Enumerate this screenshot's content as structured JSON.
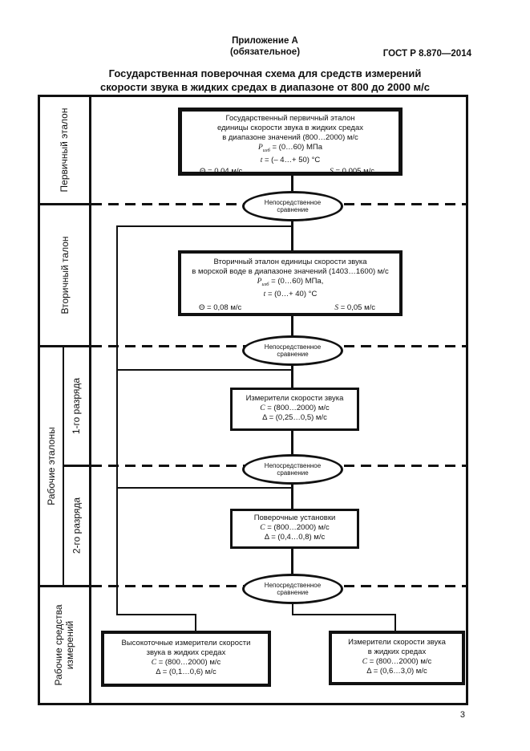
{
  "colors": {
    "ink": "#111111",
    "paper": "#ffffff"
  },
  "header": {
    "annex": "Приложение А",
    "annex_note": "(обязательное)",
    "doc_code": "ГОСТ Р 8.870—2014",
    "title_line1": "Государственная поверочная схема для средств измерений",
    "title_line2": "скорости звука в жидких средах в диапазоне от 800 до 2000 м/с"
  },
  "sidebar": {
    "primary": "Первичный эталон",
    "secondary": "Вторичный талон",
    "working_standards": "Рабочие эталоны",
    "rank1": "1-го разряда",
    "rank2": "2-го разряда",
    "working_instruments": "Рабочие средства измерений"
  },
  "comparison": {
    "line1": "Непосредственное",
    "line2": "сравнение"
  },
  "boxes": {
    "primary": {
      "l1": "Государственный первичный эталон",
      "l2": "единицы скорости звука в жидких средах",
      "l3": "в диапазоне значений (800…2000) м/с",
      "p_sym": "P",
      "p_sub": "изб",
      "p_val": " = (0…60) МПа",
      "t_sym": "t",
      "t_val": " = (– 4…+ 50) °С",
      "theta": "Θ = 0,04 м/с",
      "s_sym": "S",
      "s_val": " = 0,005 м/с"
    },
    "secondary": {
      "l1": "Вторичный эталон единицы скорости звука",
      "l2": "в морской воде в диапазоне значений (1403…1600) м/с",
      "p_sym": "P",
      "p_sub": "изб",
      "p_val": " = (0…60) МПа,",
      "t_sym": "t",
      "t_val": " = (0…+ 40) °С",
      "theta": "Θ = 0,08 м/с",
      "s_sym": "S",
      "s_val": " = 0,05 м/с"
    },
    "meters1": {
      "l1": "Измерители скорости звука",
      "c_sym": "С",
      "c_val": " = (800…2000) м/с",
      "d_val": "Δ = (0,25…0,5) м/с"
    },
    "verification": {
      "l1": "Поверочные установки",
      "c_sym": "С",
      "c_val": " = (800…2000) м/с",
      "d_val": "Δ = (0,4…0,8) м/с"
    },
    "high_precision": {
      "l1": "Высокоточные измерители скорости",
      "l2": "звука в жидких средах",
      "c_sym": "С",
      "c_val": " = (800…2000) м/с",
      "d_val": "Δ = (0,1…0,6) м/с"
    },
    "meters2": {
      "l1": "Измерители скорости звука",
      "l2": "в жидких средах",
      "c_sym": "С",
      "c_val": " = (800…2000) м/с",
      "d_val": "Δ = (0,6…3,0) м/с"
    }
  },
  "page_number": "3"
}
